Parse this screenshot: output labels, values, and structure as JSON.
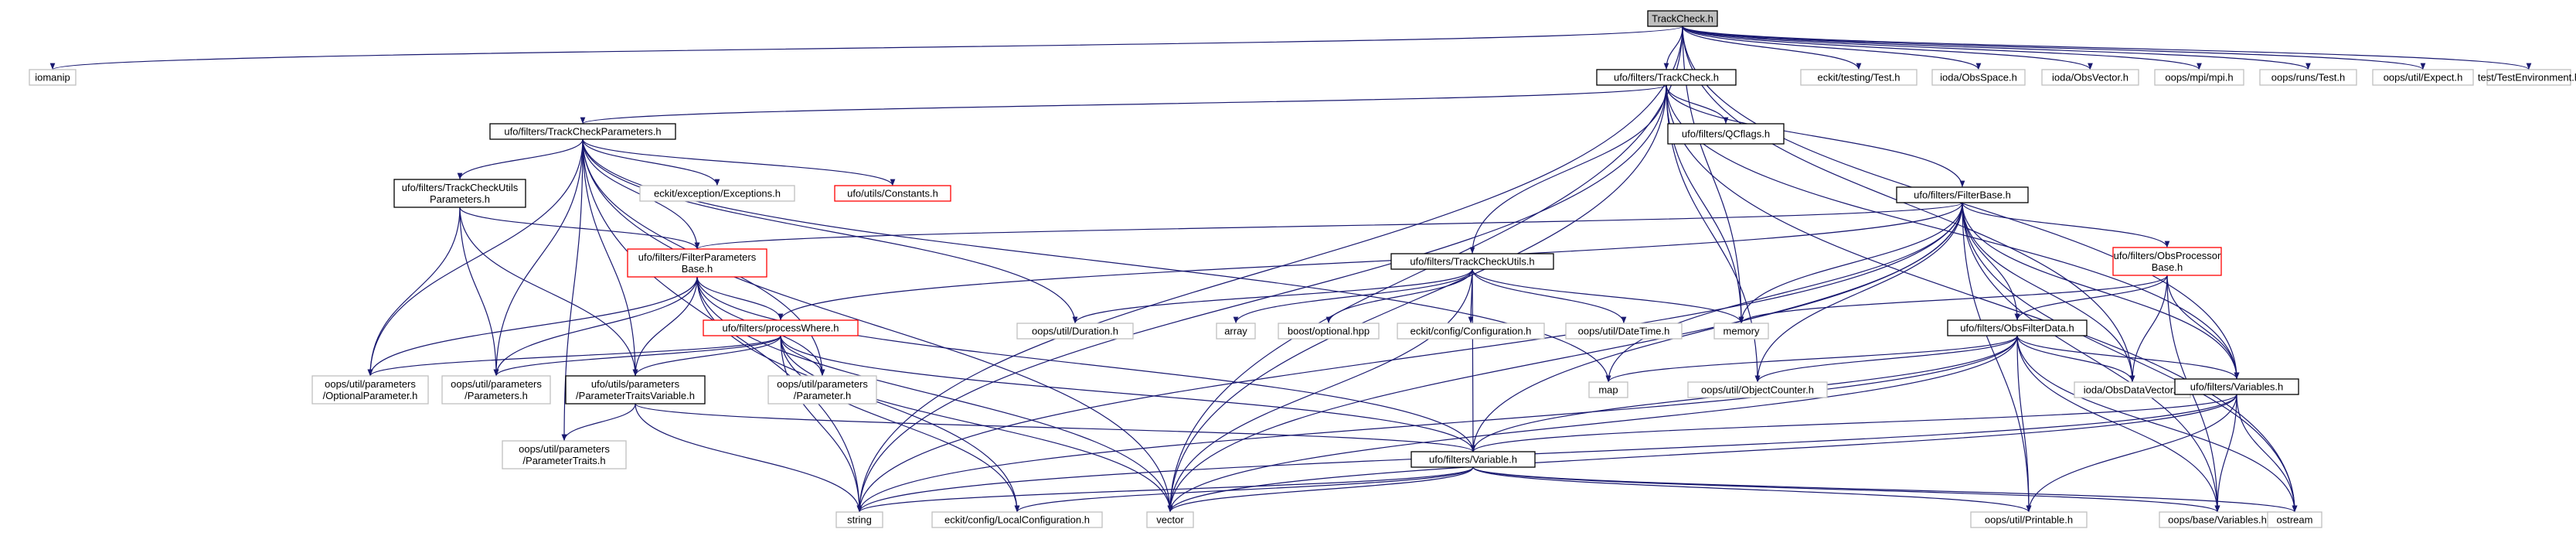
{
  "colors": {
    "edge": "#191970",
    "border_normal": "#000000",
    "border_system": "#bfbfbf",
    "border_truncated": "#ff0000",
    "root_fill": "#bfbfbf",
    "text": "#000000"
  },
  "nodes": [
    {
      "id": "trackcheck_root",
      "lines": [
        "TrackCheck.h"
      ],
      "style": "root"
    },
    {
      "id": "iomanip",
      "lines": [
        "iomanip"
      ],
      "style": "system"
    },
    {
      "id": "ufo_trackcheck_h",
      "lines": [
        "ufo/filters/TrackCheck.h"
      ],
      "style": "normal"
    },
    {
      "id": "eckit_testing_test",
      "lines": [
        "eckit/testing/Test.h"
      ],
      "style": "system"
    },
    {
      "id": "ioda_obsspace",
      "lines": [
        "ioda/ObsSpace.h"
      ],
      "style": "system"
    },
    {
      "id": "ioda_obsvector",
      "lines": [
        "ioda/ObsVector.h"
      ],
      "style": "system"
    },
    {
      "id": "oops_mpi",
      "lines": [
        "oops/mpi/mpi.h"
      ],
      "style": "system"
    },
    {
      "id": "oops_runs_test",
      "lines": [
        "oops/runs/Test.h"
      ],
      "style": "system"
    },
    {
      "id": "oops_util_expect",
      "lines": [
        "oops/util/Expect.h"
      ],
      "style": "system"
    },
    {
      "id": "test_env",
      "lines": [
        "test/TestEnvironment.h"
      ],
      "style": "system"
    },
    {
      "id": "trackcheckparams",
      "lines": [
        "ufo/filters/TrackCheckParameters.h"
      ],
      "style": "normal"
    },
    {
      "id": "qcflags",
      "lines": [
        "ufo/filters/QCflags.h"
      ],
      "style": "normal"
    },
    {
      "id": "filterbase",
      "lines": [
        "ufo/filters/FilterBase.h"
      ],
      "style": "normal"
    },
    {
      "id": "tcu_params",
      "lines": [
        "ufo/filters/TrackCheckUtils",
        "Parameters.h"
      ],
      "style": "normal"
    },
    {
      "id": "eckit_exceptions",
      "lines": [
        "eckit/exception/Exceptions.h"
      ],
      "style": "system"
    },
    {
      "id": "ufo_constants",
      "lines": [
        "ufo/utils/Constants.h"
      ],
      "style": "truncated"
    },
    {
      "id": "filterparamsbase",
      "lines": [
        "ufo/filters/FilterParameters",
        "Base.h"
      ],
      "style": "truncated"
    },
    {
      "id": "trackcheckutils",
      "lines": [
        "ufo/filters/TrackCheckUtils.h"
      ],
      "style": "normal"
    },
    {
      "id": "obsprocessorbase",
      "lines": [
        "ufo/filters/ObsProcessor",
        "Base.h"
      ],
      "style": "truncated"
    },
    {
      "id": "processwhere",
      "lines": [
        "ufo/filters/processWhere.h"
      ],
      "style": "truncated"
    },
    {
      "id": "oops_duration",
      "lines": [
        "oops/util/Duration.h"
      ],
      "style": "system"
    },
    {
      "id": "array",
      "lines": [
        "array"
      ],
      "style": "system"
    },
    {
      "id": "boost_optional",
      "lines": [
        "boost/optional.hpp"
      ],
      "style": "system"
    },
    {
      "id": "eckit_configuration",
      "lines": [
        "eckit/config/Configuration.h"
      ],
      "style": "system"
    },
    {
      "id": "oops_datetime",
      "lines": [
        "oops/util/DateTime.h"
      ],
      "style": "system"
    },
    {
      "id": "memory",
      "lines": [
        "memory"
      ],
      "style": "system"
    },
    {
      "id": "obsfilterdata",
      "lines": [
        "ufo/filters/ObsFilterData.h"
      ],
      "style": "normal"
    },
    {
      "id": "optionalparameter",
      "lines": [
        "oops/util/parameters",
        "/OptionalParameter.h"
      ],
      "style": "system"
    },
    {
      "id": "parameters_h",
      "lines": [
        "oops/util/parameters",
        "/Parameters.h"
      ],
      "style": "system"
    },
    {
      "id": "ptv",
      "lines": [
        "ufo/utils/parameters",
        "/ParameterTraitsVariable.h"
      ],
      "style": "normal"
    },
    {
      "id": "parameter_h",
      "lines": [
        "oops/util/parameters",
        "/Parameter.h"
      ],
      "style": "system"
    },
    {
      "id": "map",
      "lines": [
        "map"
      ],
      "style": "system"
    },
    {
      "id": "objectcounter",
      "lines": [
        "oops/util/ObjectCounter.h"
      ],
      "style": "system"
    },
    {
      "id": "obsdatavector",
      "lines": [
        "ioda/ObsDataVector.h"
      ],
      "style": "system"
    },
    {
      "id": "variables_ufo",
      "lines": [
        "ufo/filters/Variables.h"
      ],
      "style": "normal"
    },
    {
      "id": "parametertraits",
      "lines": [
        "oops/util/parameters",
        "/ParameterTraits.h"
      ],
      "style": "system"
    },
    {
      "id": "variable_ufo",
      "lines": [
        "ufo/filters/Variable.h"
      ],
      "style": "normal"
    },
    {
      "id": "string",
      "lines": [
        "string"
      ],
      "style": "system"
    },
    {
      "id": "localconfig",
      "lines": [
        "eckit/config/LocalConfiguration.h"
      ],
      "style": "system"
    },
    {
      "id": "vector",
      "lines": [
        "vector"
      ],
      "style": "system"
    },
    {
      "id": "printable",
      "lines": [
        "oops/util/Printable.h"
      ],
      "style": "system"
    },
    {
      "id": "oops_variables",
      "lines": [
        "oops/base/Variables.h"
      ],
      "style": "system"
    },
    {
      "id": "ostream",
      "lines": [
        "ostream"
      ],
      "style": "system"
    }
  ],
  "edges": [
    [
      "trackcheck_root",
      "iomanip"
    ],
    [
      "trackcheck_root",
      "string"
    ],
    [
      "trackcheck_root",
      "vector"
    ],
    [
      "trackcheck_root",
      "ufo_trackcheck_h"
    ],
    [
      "trackcheck_root",
      "eckit_testing_test"
    ],
    [
      "trackcheck_root",
      "ioda_obsspace"
    ],
    [
      "trackcheck_root",
      "ioda_obsvector"
    ],
    [
      "trackcheck_root",
      "oops_mpi"
    ],
    [
      "trackcheck_root",
      "oops_runs_test"
    ],
    [
      "trackcheck_root",
      "oops_util_expect"
    ],
    [
      "trackcheck_root",
      "test_env"
    ],
    [
      "trackcheck_root",
      "memory"
    ],
    [
      "trackcheck_root",
      "variables_ufo"
    ],
    [
      "trackcheck_root",
      "obsdatavector"
    ],
    [
      "ufo_trackcheck_h",
      "trackcheckparams"
    ],
    [
      "ufo_trackcheck_h",
      "qcflags"
    ],
    [
      "ufo_trackcheck_h",
      "filterbase"
    ],
    [
      "ufo_trackcheck_h",
      "trackcheckutils"
    ],
    [
      "ufo_trackcheck_h",
      "memory"
    ],
    [
      "ufo_trackcheck_h",
      "objectcounter"
    ],
    [
      "ufo_trackcheck_h",
      "string"
    ],
    [
      "ufo_trackcheck_h",
      "vector"
    ],
    [
      "ufo_trackcheck_h",
      "ostream"
    ],
    [
      "ufo_trackcheck_h",
      "variables_ufo"
    ],
    [
      "trackcheckparams",
      "tcu_params"
    ],
    [
      "trackcheckparams",
      "eckit_exceptions"
    ],
    [
      "trackcheckparams",
      "ufo_constants"
    ],
    [
      "trackcheckparams",
      "filterparamsbase"
    ],
    [
      "trackcheckparams",
      "oops_duration"
    ],
    [
      "trackcheckparams",
      "optionalparameter"
    ],
    [
      "trackcheckparams",
      "parameters_h"
    ],
    [
      "trackcheckparams",
      "ptv"
    ],
    [
      "trackcheckparams",
      "parameter_h"
    ],
    [
      "trackcheckparams",
      "parametertraits"
    ],
    [
      "trackcheckparams",
      "map"
    ],
    [
      "trackcheckparams",
      "string"
    ],
    [
      "trackcheckparams",
      "vector"
    ],
    [
      "tcu_params",
      "filterparamsbase"
    ],
    [
      "tcu_params",
      "optionalparameter"
    ],
    [
      "tcu_params",
      "parameters_h"
    ],
    [
      "tcu_params",
      "ptv"
    ],
    [
      "filterparamsbase",
      "processwhere"
    ],
    [
      "filterparamsbase",
      "optionalparameter"
    ],
    [
      "filterparamsbase",
      "parameters_h"
    ],
    [
      "filterparamsbase",
      "ptv"
    ],
    [
      "filterparamsbase",
      "parameter_h"
    ],
    [
      "filterparamsbase",
      "variable_ufo"
    ],
    [
      "filterparamsbase",
      "localconfig"
    ],
    [
      "filterparamsbase",
      "vector"
    ],
    [
      "processwhere",
      "optionalparameter"
    ],
    [
      "processwhere",
      "parameters_h"
    ],
    [
      "processwhere",
      "ptv"
    ],
    [
      "processwhere",
      "parameter_h"
    ],
    [
      "processwhere",
      "variable_ufo"
    ],
    [
      "processwhere",
      "string"
    ],
    [
      "processwhere",
      "vector"
    ],
    [
      "processwhere",
      "localconfig"
    ],
    [
      "ptv",
      "parametertraits"
    ],
    [
      "ptv",
      "variable_ufo"
    ],
    [
      "ptv",
      "string"
    ],
    [
      "filterbase",
      "filterparamsbase"
    ],
    [
      "filterbase",
      "processwhere"
    ],
    [
      "filterbase",
      "obsprocessorbase"
    ],
    [
      "filterbase",
      "obsfilterdata"
    ],
    [
      "filterbase",
      "memory"
    ],
    [
      "filterbase",
      "map"
    ],
    [
      "filterbase",
      "objectcounter"
    ],
    [
      "filterbase",
      "obsdatavector"
    ],
    [
      "filterbase",
      "variables_ufo"
    ],
    [
      "filterbase",
      "oops_variables"
    ],
    [
      "filterbase",
      "printable"
    ],
    [
      "filterbase",
      "string"
    ],
    [
      "filterbase",
      "vector"
    ],
    [
      "filterbase",
      "ostream"
    ],
    [
      "filterbase",
      "variable_ufo"
    ],
    [
      "trackcheckutils",
      "oops_duration"
    ],
    [
      "trackcheckutils",
      "array"
    ],
    [
      "trackcheckutils",
      "boost_optional"
    ],
    [
      "trackcheckutils",
      "eckit_configuration"
    ],
    [
      "trackcheckutils",
      "oops_datetime"
    ],
    [
      "trackcheckutils",
      "memory"
    ],
    [
      "trackcheckutils",
      "vector"
    ],
    [
      "trackcheckutils",
      "variable_ufo"
    ],
    [
      "obsprocessorbase",
      "memory"
    ],
    [
      "obsprocessorbase",
      "obsfilterdata"
    ],
    [
      "obsprocessorbase",
      "obsdatavector"
    ],
    [
      "obsprocessorbase",
      "variables_ufo"
    ],
    [
      "obsprocessorbase",
      "oops_variables"
    ],
    [
      "obsfilterdata",
      "map"
    ],
    [
      "obsfilterdata",
      "objectcounter"
    ],
    [
      "obsfilterdata",
      "obsdatavector"
    ],
    [
      "obsfilterdata",
      "variables_ufo"
    ],
    [
      "obsfilterdata",
      "variable_ufo"
    ],
    [
      "obsfilterdata",
      "string"
    ],
    [
      "obsfilterdata",
      "vector"
    ],
    [
      "obsfilterdata",
      "printable"
    ],
    [
      "obsfilterdata",
      "oops_variables"
    ],
    [
      "obsfilterdata",
      "ostream"
    ],
    [
      "variables_ufo",
      "variable_ufo"
    ],
    [
      "variables_ufo",
      "string"
    ],
    [
      "variables_ufo",
      "vector"
    ],
    [
      "variables_ufo",
      "printable"
    ],
    [
      "variables_ufo",
      "oops_variables"
    ],
    [
      "variables_ufo",
      "ostream"
    ],
    [
      "variable_ufo",
      "string"
    ],
    [
      "variable_ufo",
      "vector"
    ],
    [
      "variable_ufo",
      "localconfig"
    ],
    [
      "variable_ufo",
      "printable"
    ],
    [
      "variable_ufo",
      "oops_variables"
    ],
    [
      "variable_ufo",
      "ostream"
    ]
  ]
}
